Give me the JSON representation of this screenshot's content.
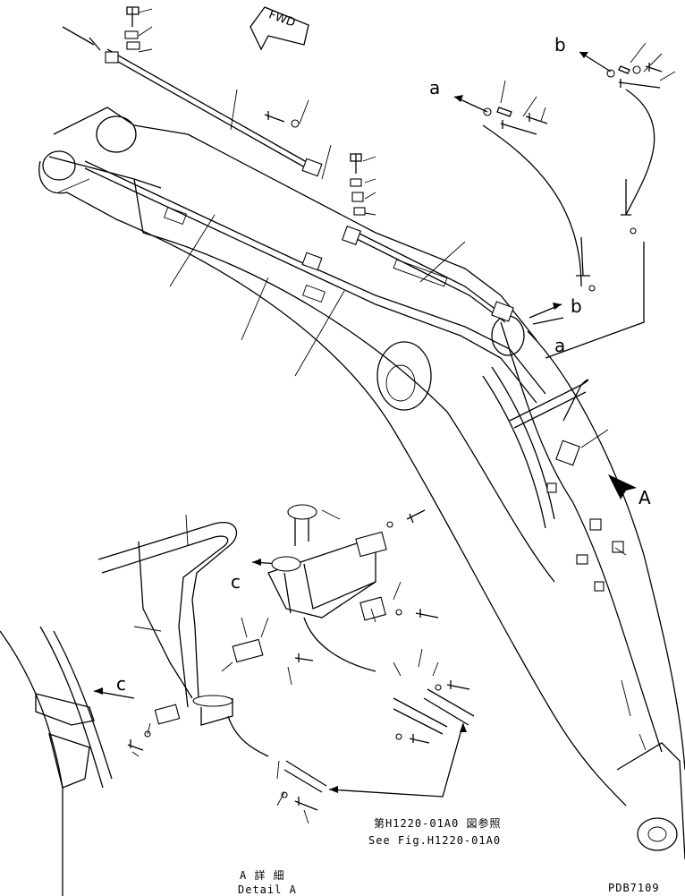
{
  "fwd_label": "FWD",
  "callouts": {
    "a_top": "a",
    "b_top": "b",
    "b_mid": "b",
    "a_mid": "a",
    "view_A": "A",
    "c_detail": "c",
    "c_left": "c"
  },
  "reference": {
    "jp": "第H1220-01A0 図参照",
    "en": "See Fig.H1220-01A0"
  },
  "detail_caption": {
    "jp": "A 詳 細",
    "en": "Detail A"
  },
  "drawing_number": "PDB7109",
  "colors": {
    "ink": "#000000",
    "paper": "#ffffff"
  }
}
